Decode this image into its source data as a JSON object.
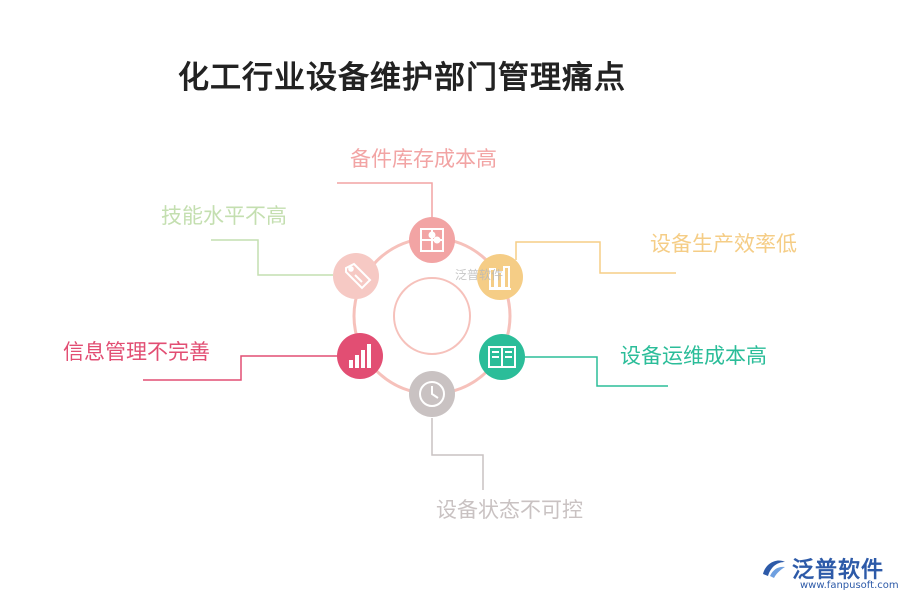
{
  "title": "化工行业设备维护部门管理痛点",
  "items": [
    {
      "label": "备件库存成本高",
      "color": "#f2a4a4",
      "icon": "puzzle-icon"
    },
    {
      "label": "设备生产效率低",
      "color": "#f5cd86",
      "icon": "books-icon"
    },
    {
      "label": "设备运维成本高",
      "color": "#2bbd99",
      "icon": "book-icon"
    },
    {
      "label": "设备状态不可控",
      "color": "#c9c2c2",
      "icon": "clock-icon"
    },
    {
      "label": "信息管理不完善",
      "color": "#e24e73",
      "icon": "bar-chart-icon"
    },
    {
      "label": "技能水平不高",
      "color": "#c4dfb0",
      "icon": "tag-icon"
    }
  ],
  "ring_color": "#f6c1bb",
  "watermark": "泛普软件",
  "logo": {
    "name": "泛普软件",
    "url": "www.fanpusoft.com"
  }
}
